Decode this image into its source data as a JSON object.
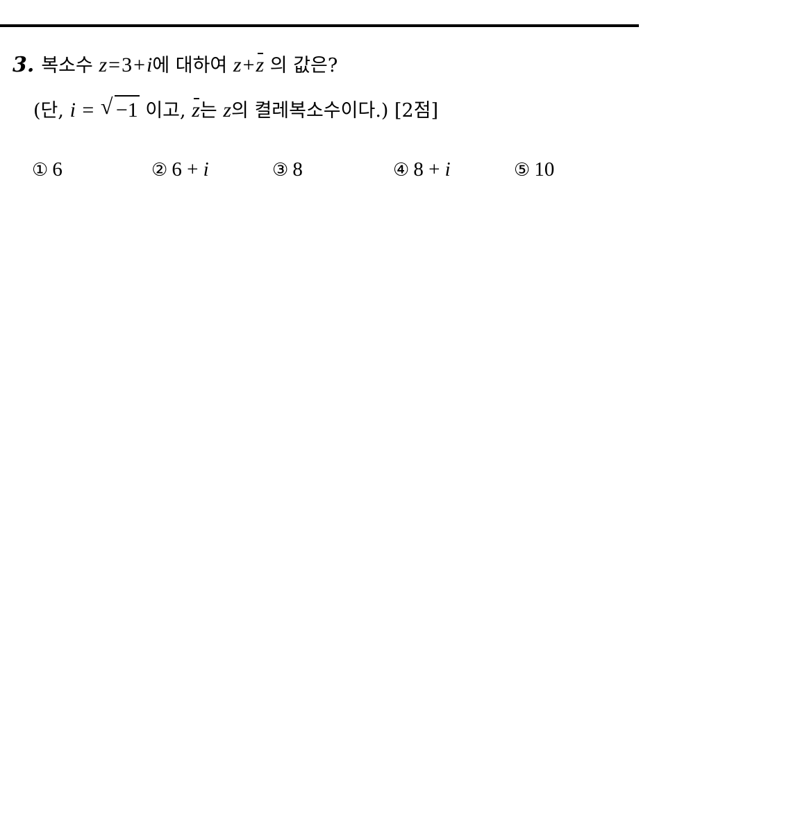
{
  "question": {
    "number": "3.",
    "stem_prefix": "복소수",
    "stem_z": "z",
    "stem_eq": "=",
    "stem_three": "3",
    "stem_plus": "+",
    "stem_i": "i",
    "stem_suffix1": "에 대하여",
    "stem_z2": "z",
    "stem_plus2": "+",
    "stem_zbar": "z",
    "stem_suffix2": "의 값은?",
    "cond_open": "(단,",
    "cond_i": "i",
    "cond_eq": "=",
    "cond_sqrt": "√",
    "cond_sqrt_body": "−1",
    "cond_mid": "이고,",
    "cond_zbar": "z",
    "cond_mid2": "는",
    "cond_z": "z",
    "cond_end": "의 켤레복소수이다.) [2점]"
  },
  "choices": [
    {
      "marker": "①",
      "text": "6"
    },
    {
      "marker": "②",
      "text": "6 + i"
    },
    {
      "marker": "③",
      "text": "8"
    },
    {
      "marker": "④",
      "text": "8 + i"
    },
    {
      "marker": "⑤",
      "text": "10"
    }
  ]
}
